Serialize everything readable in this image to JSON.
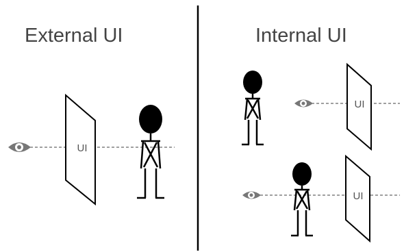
{
  "panels": {
    "external": {
      "title": "External UI",
      "ui_label": "UI"
    },
    "internal": {
      "title": "Internal UI",
      "ui_label_top": "UI",
      "ui_label_bottom": "UI"
    }
  },
  "icons": {
    "eye": "eye-icon",
    "person": "stick-figure-icon"
  },
  "colors": {
    "title": "#444444",
    "sightline": "#666666",
    "eye": "#777777",
    "ink": "#000000"
  }
}
